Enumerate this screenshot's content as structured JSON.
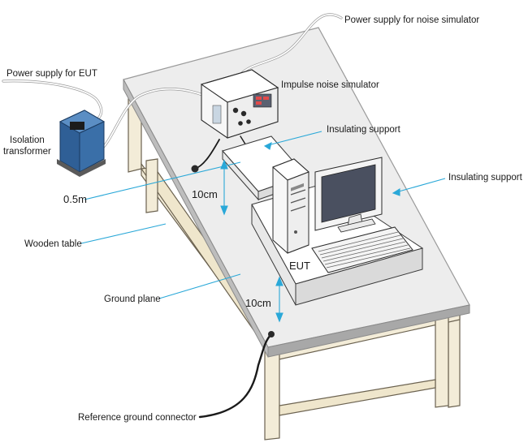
{
  "labels": {
    "power_supply_noise_sim": "Power supply for noise simulator",
    "power_supply_eut": "Power supply for EUT",
    "impulse_noise_simulator": "Impulse noise simulator",
    "insulating_support_top": "Insulating support",
    "insulating_support_right": "Insulating support",
    "isolation_transformer_line1": "Isolation",
    "isolation_transformer_line2": "transformer",
    "distance_05m": "0.5m",
    "height_10cm_upper": "10cm",
    "wooden_table": "Wooden table",
    "eut": "EUT",
    "ground_plane": "Ground plane",
    "height_10cm_lower": "10cm",
    "reference_ground_connector": "Reference ground connector"
  },
  "colors": {
    "table_top": "#ededed",
    "table_edge": "#9a9a9a",
    "wood": "#f3ecd8",
    "wood_stroke": "#6b6250",
    "leader_line": "#2aa8d8",
    "transformer": "#3a6fa8",
    "device_body": "#f7f7f7",
    "screen": "#4a5060",
    "cable": "#1a1a1a"
  }
}
